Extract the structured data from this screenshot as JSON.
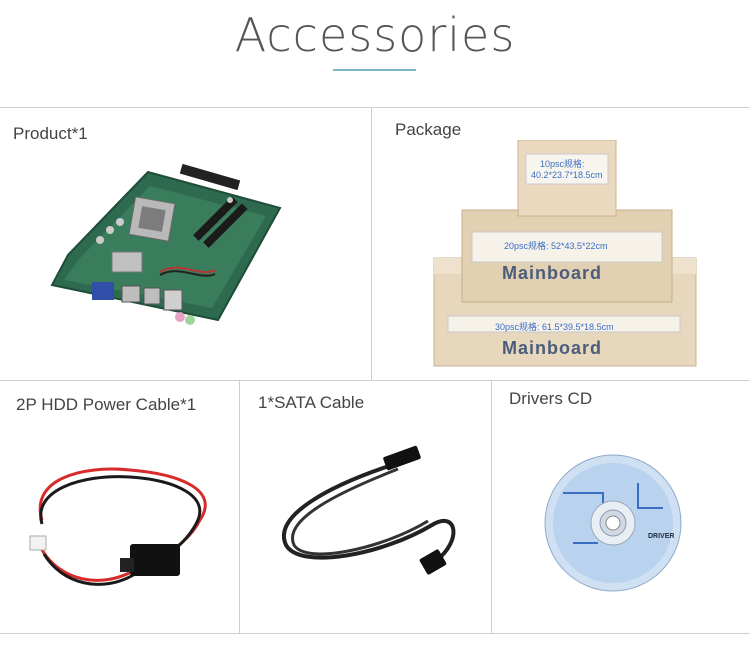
{
  "header": {
    "title": "Accessories"
  },
  "cells": {
    "product": {
      "label": "Product*1"
    },
    "package": {
      "label": "Package",
      "box_small_text_1": "10psc规格:",
      "box_small_text_2": "40.2*23.7*18.5cm",
      "box_mid_text": "20psc规格: 52*43.5*22cm",
      "box_large_text": "30psc规格: 61.5*39.5*18.5cm",
      "box_brand": "Mainboard"
    },
    "power_cable": {
      "label": "2P HDD Power Cable*1"
    },
    "sata_cable": {
      "label": "1*SATA Cable"
    },
    "drivers_cd": {
      "label": "Drivers CD",
      "disc_text": "DRIVER"
    }
  }
}
